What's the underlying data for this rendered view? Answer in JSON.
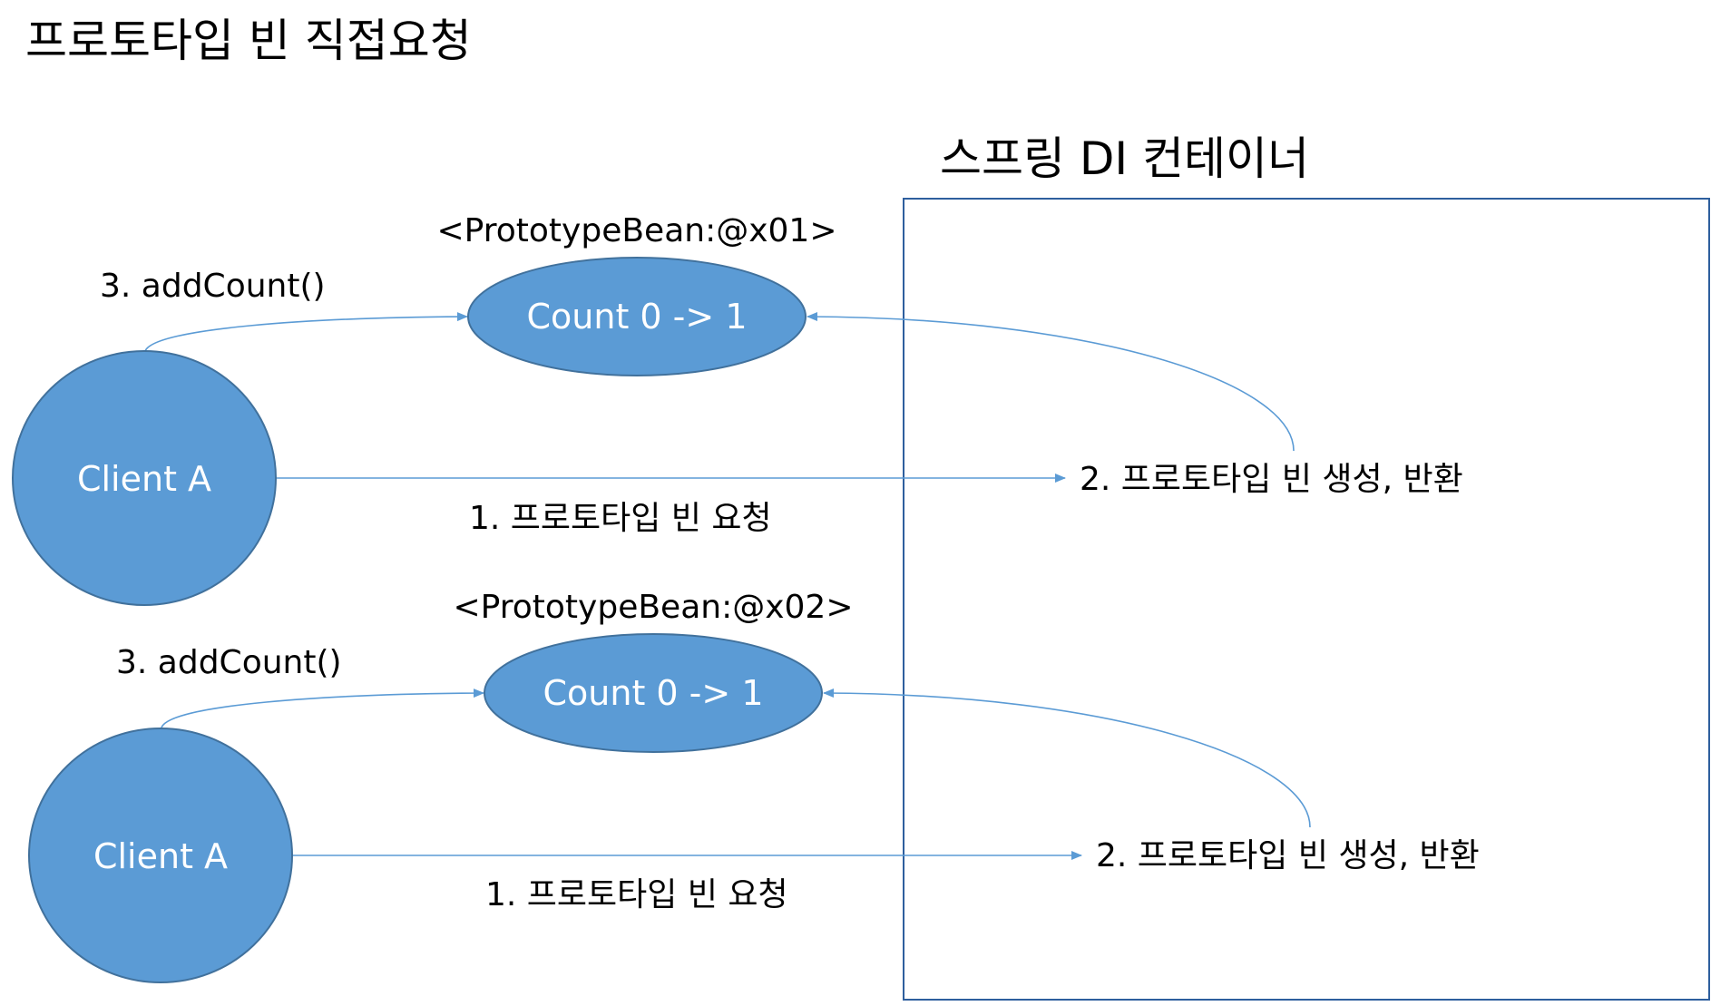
{
  "page": {
    "title": "프로토타입 빈 직접요청"
  },
  "container": {
    "title": "스프링 DI 컨테이너"
  },
  "colors": {
    "node_fill": "#5b9bd5",
    "node_stroke": "#41719c",
    "arrow": "#5b9bd5",
    "container_border": "#2e5f9e"
  },
  "flows": [
    {
      "bean_name": "<PrototypeBean:@x01>",
      "bean_label": "Count 0 -> 1",
      "client_label": "Client A",
      "step1": "1. 프로토타입 빈 요청",
      "step2": "2. 프로토타입 빈 생성, 반환",
      "step3": "3. addCount()"
    },
    {
      "bean_name": "<PrototypeBean:@x02>",
      "bean_label": "Count 0 -> 1",
      "client_label": "Client A",
      "step1": "1. 프로토타입 빈 요청",
      "step2": "2. 프로토타입 빈 생성, 반환",
      "step3": "3. addCount()"
    }
  ]
}
